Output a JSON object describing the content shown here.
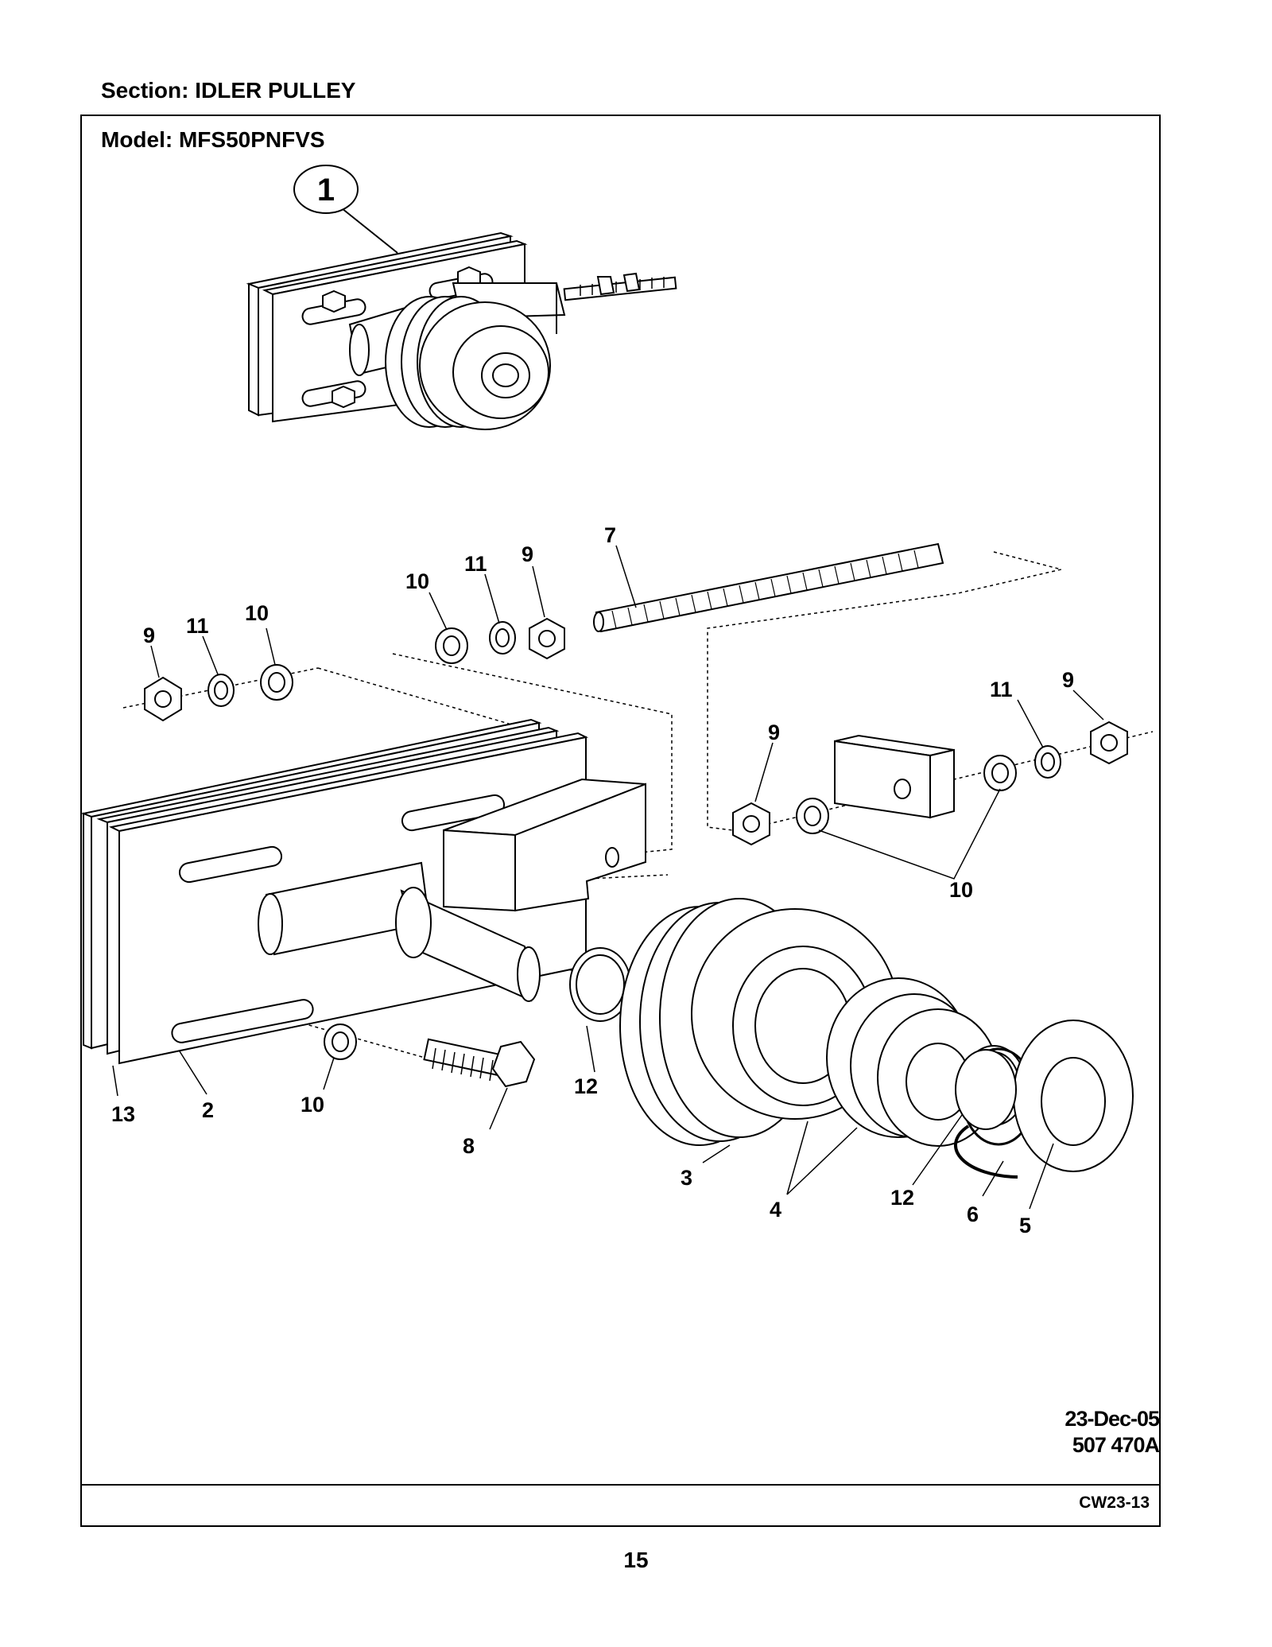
{
  "header": {
    "section": "Section:  IDLER PULLEY"
  },
  "frame": {
    "model": "Model:  MFS50PNFVS"
  },
  "stamp": {
    "date": "23-Dec-05",
    "drawing_number": "507 470A"
  },
  "footer": {
    "code": "CW23-13",
    "page": "15"
  },
  "callouts": {
    "assembly": "1",
    "c2": "2",
    "c3": "3",
    "c4": "4",
    "c5": "5",
    "c6": "6",
    "c7": "7",
    "c8": "8",
    "c9": "9",
    "c10": "10",
    "c11": "11",
    "c12": "12",
    "c13": "13"
  }
}
